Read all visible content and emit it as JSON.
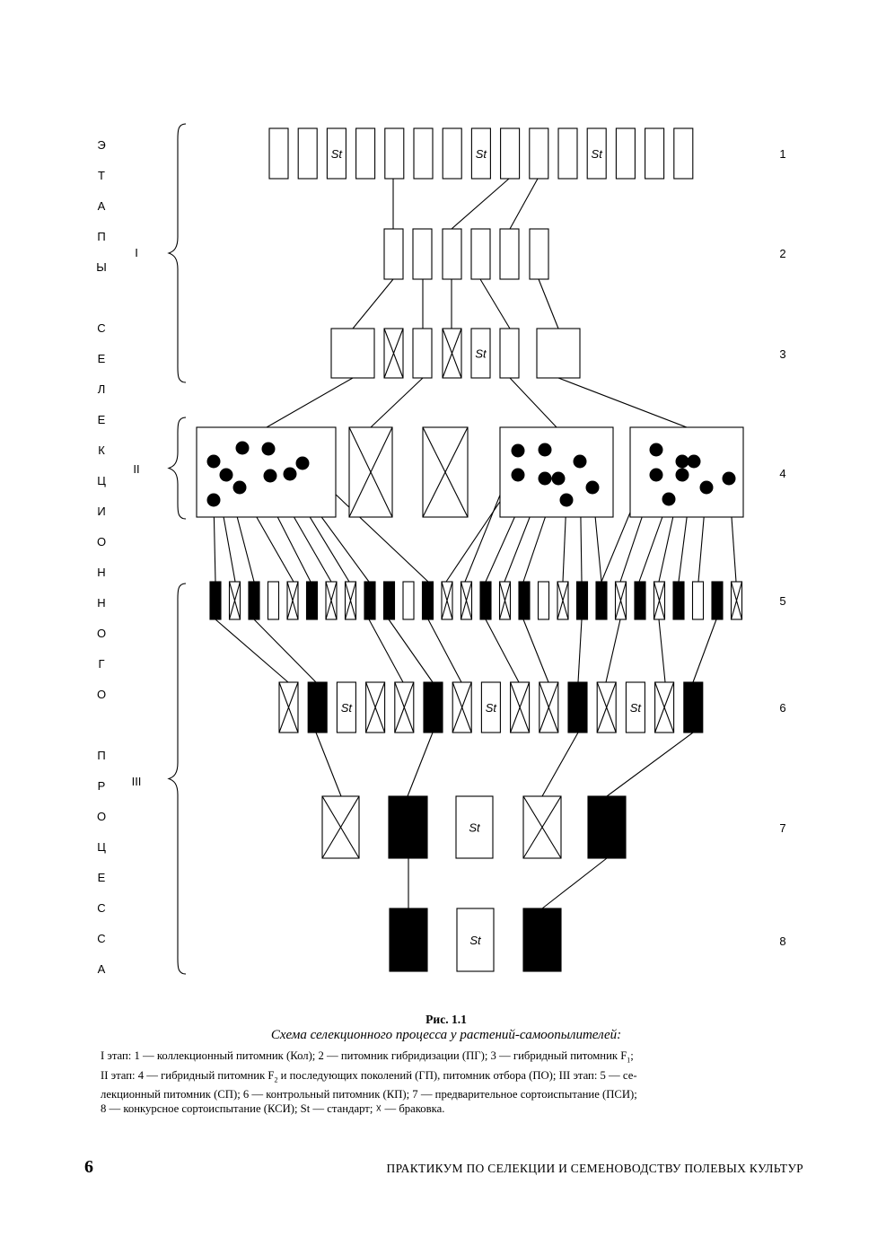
{
  "figure": {
    "number": "Рис. 1.1",
    "title": "Схема селекционного процесса у растений-самоопылителей:",
    "stage_letters": [
      "Э",
      "Т",
      "А",
      "П",
      "Ы",
      "",
      "С",
      "Е",
      "Л",
      "Е",
      "К",
      "Ц",
      "И",
      "О",
      "Н",
      "Н",
      "О",
      "Г",
      "О",
      "",
      "П",
      "Р",
      "О",
      "Ц",
      "Е",
      "С",
      "С",
      "А"
    ],
    "stages": [
      {
        "label": "I"
      },
      {
        "label": "II"
      },
      {
        "label": "III"
      }
    ],
    "row_numbers": [
      "1",
      "2",
      "3",
      "4",
      "5",
      "6",
      "7",
      "8"
    ],
    "standard_label": "St",
    "legend_lines": [
      "I этап: 1 — коллекционный питомник (Кол); 2 — питомник гибридизации (ПГ); 3 — гибридный питомник F",
      "II этап: 4 — гибридный питомник F",
      " и последующих поколений (ГП), питомник отбора (ПО); III этап: 5 — се-",
      "лекционный питомник (СП); 6 — контрольный питомник (КП); 7 — предварительное сортоиспытание (ПСИ);",
      "8 — конкурсное сортоиспытание (КСИ); St — стандарт; ☓ — браковка."
    ],
    "sub_1": "1",
    "sub_2": "2",
    "legend_end_1": ";"
  },
  "footer": {
    "page_number": "6",
    "book_title": "ПРАКТИКУМ ПО СЕЛЕКЦИИ И СЕМЕНОВОДСТВУ ПОЛЕВЫХ КУЛЬТУР"
  }
}
